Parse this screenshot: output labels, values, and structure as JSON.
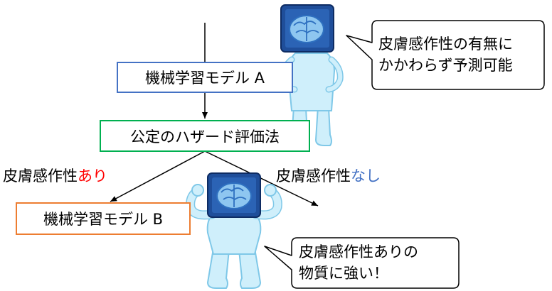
{
  "diagram": {
    "model_a": {
      "label": "機械学習モデル A",
      "border_color": "#4472C4"
    },
    "hazard": {
      "label": "公定のハザード評価法",
      "border_color": "#00B050"
    },
    "model_b": {
      "label": "機械学習モデル B",
      "border_color": "#ED7D31"
    },
    "branch_left": {
      "prefix": "皮膚感作性",
      "emphasis": "あり",
      "emphasis_color": "#FF0000"
    },
    "branch_right": {
      "prefix": "皮膚感作性",
      "emphasis": "なし",
      "emphasis_color": "#4472C4"
    },
    "bubble_top": {
      "line1": "皮膚感作性の有無に",
      "line2": "かかわらず予測可能"
    },
    "bubble_bottom": {
      "line1": "皮膚感作性ありの",
      "line2": "物質に強い！"
    },
    "character_colors": {
      "body": "#CFEFFB",
      "outline": "#7FC8E8",
      "screen": "#1F4E9A",
      "brain": "#8EC6F0"
    }
  }
}
